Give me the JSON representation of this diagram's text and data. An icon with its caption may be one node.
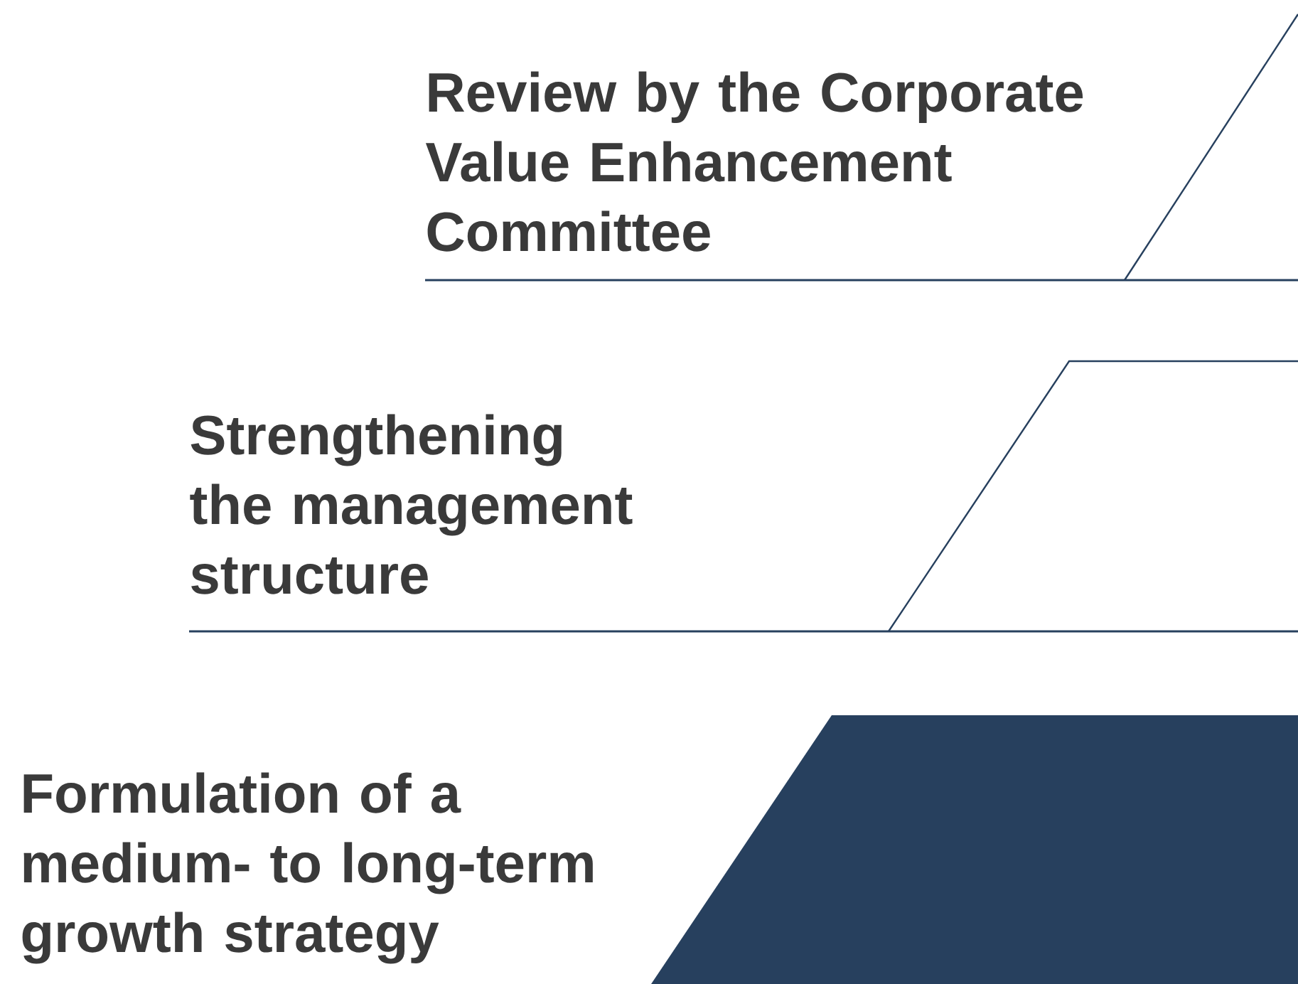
{
  "diagram": {
    "nodes": [
      {
        "text": [
          "Review by the Corporate Value Enhancement Committee"
        ]
      },
      {
        "text": [
          "Strengthening the management structure"
        ]
      },
      {
        "text": [
          "Formulation of a medium- to long-term growth strategy"
        ]
      }
    ]
  }
}
